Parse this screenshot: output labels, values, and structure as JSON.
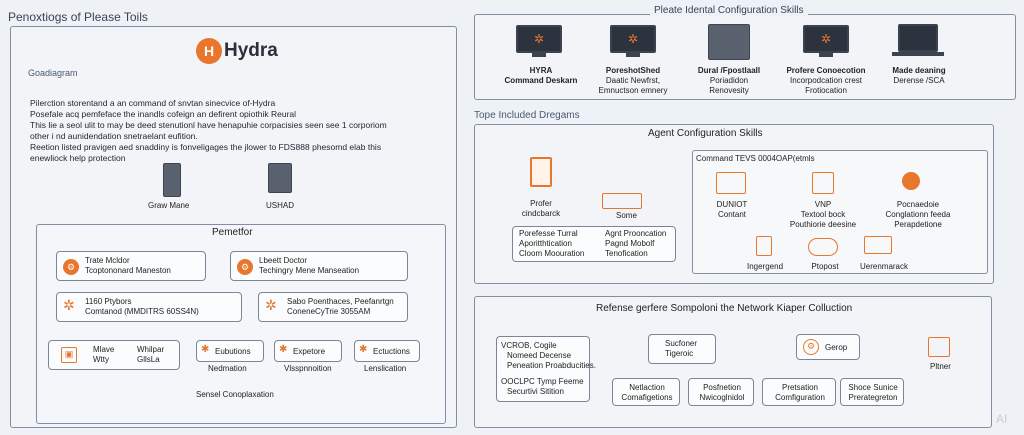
{
  "left": {
    "title": "Penoxtiogs of Please Toils",
    "brand": "Hydra",
    "section_label": "Goadiagram",
    "bullets": [
      "Pilerction storentand a an command of snvtan sinecvice of-Hydra",
      "Posefale acq pemfeface the inandls cofeign an defirent opiothik Reural",
      "This lie a seol ulit to may be deed stenutionl have henapuhie corpacisies seen see 1 corporiom",
      "other i nd aunidendation snetraelant eufition.",
      "Reetion listed pravigen aed snaddiny is fonveligages the jlower to FDS888 phesomd elab this",
      "enewliock help protection"
    ],
    "servers": [
      {
        "label": "Graw Mane"
      },
      {
        "label": "USHAD"
      }
    ],
    "sub_panel_title": "Pemetfor",
    "nodes": [
      {
        "line1": "Trate Mcldor",
        "line2": "Tcoptononard Maneston"
      },
      {
        "line1": "Lbeett Doctor",
        "line2": "Techingry Mene Manseation"
      },
      {
        "line1": "1160 Ptybors",
        "line2": "Comtanod (MMDITRS 60SS4N)"
      },
      {
        "line1": "Sabo Poenthaces, Peefanrtgn",
        "line2": "ConeneCyTrie 3055AM"
      }
    ],
    "bottom_boxes": [
      {
        "line1": "Mlave",
        "line2": "Wtty"
      },
      {
        "line1": "Whilpar",
        "line2": "GllsLa"
      },
      {
        "line1": "Eubutions",
        "line2": ""
      },
      {
        "line1": "Expetore",
        "line2": ""
      },
      {
        "line1": "Ectuctions",
        "line2": ""
      }
    ],
    "bottom_labels": [
      "Nedmation",
      "Vlsspnnoition",
      "Lenslication"
    ],
    "footer": "Sensel Conoplaxation"
  },
  "top_right": {
    "title": "Pleate Idental Configuration Skills",
    "items": [
      {
        "line1": "HYRA",
        "line2": "Command Deskarn"
      },
      {
        "line1": "PoreshotShed",
        "line2": "Daatic Newfrst,",
        "line3": "Emnuctson emnery"
      },
      {
        "line1": "Dural /Fpostlaall",
        "line2": "Poriadidon",
        "line3": "Renovesity"
      },
      {
        "line1": "Profere Conoecotion",
        "line2": "Incorpodcation crest",
        "line3": "Frotiocation"
      },
      {
        "line1": "Made deaning",
        "line2": "Derense /SCA"
      }
    ]
  },
  "middle": {
    "section_label": "Tope Included Dregams",
    "title": "Agent Configuration Skills",
    "left_item": {
      "line1": "Profer",
      "line2": "cindcbarck"
    },
    "some_label": "Some",
    "list": [
      "Porefesse Turral",
      "Aporitthtication",
      "Cloom Moouration",
      "Agnt Prooncation",
      "Pagnd Mobolf",
      "Tenofication"
    ],
    "cmd_title": "Command TEVS 0004OAP(etmls",
    "cmd_items": [
      {
        "line1": "DUNIOT",
        "line2": "Contant"
      },
      {
        "line1": "VNP",
        "line2": "Textool bock",
        "line3": "Pouthiorie deesine"
      },
      {
        "line1": "Pocnaedoie",
        "line2": "Conglationn feeda",
        "line3": "Perapdetione"
      }
    ],
    "cmd_bottom": [
      "Ingergend",
      "Ptopost",
      "Uerenmarack"
    ]
  },
  "bottom_right": {
    "title": "Refense gerfere Sompoloni the Network Kiaper Colluction",
    "left_list": [
      "VCROB, Cogile",
      "Nomeed Decense",
      "Peneation Proabducities.",
      "OOCLPC Tymp Feeme",
      "Securtivi Sitition"
    ],
    "center_top": {
      "line1": "Sucfoner",
      "line2": "Tigeroic"
    },
    "right_top": "Gerop",
    "far_right": "Pltner",
    "row": [
      {
        "line1": "Netlaction",
        "line2": "Comafigetions"
      },
      {
        "line1": "Posfnetion",
        "line2": "Nwicoglnidol"
      },
      {
        "line1": "Pretsation",
        "line2": "Comfiguration"
      },
      {
        "line1": "Shoce Sunice",
        "line2": "Prerategreton"
      }
    ]
  },
  "watermark": "AI",
  "colors": {
    "accent": "#e8762d",
    "border": "#7f8fa6",
    "bg": "#eef1f5"
  }
}
